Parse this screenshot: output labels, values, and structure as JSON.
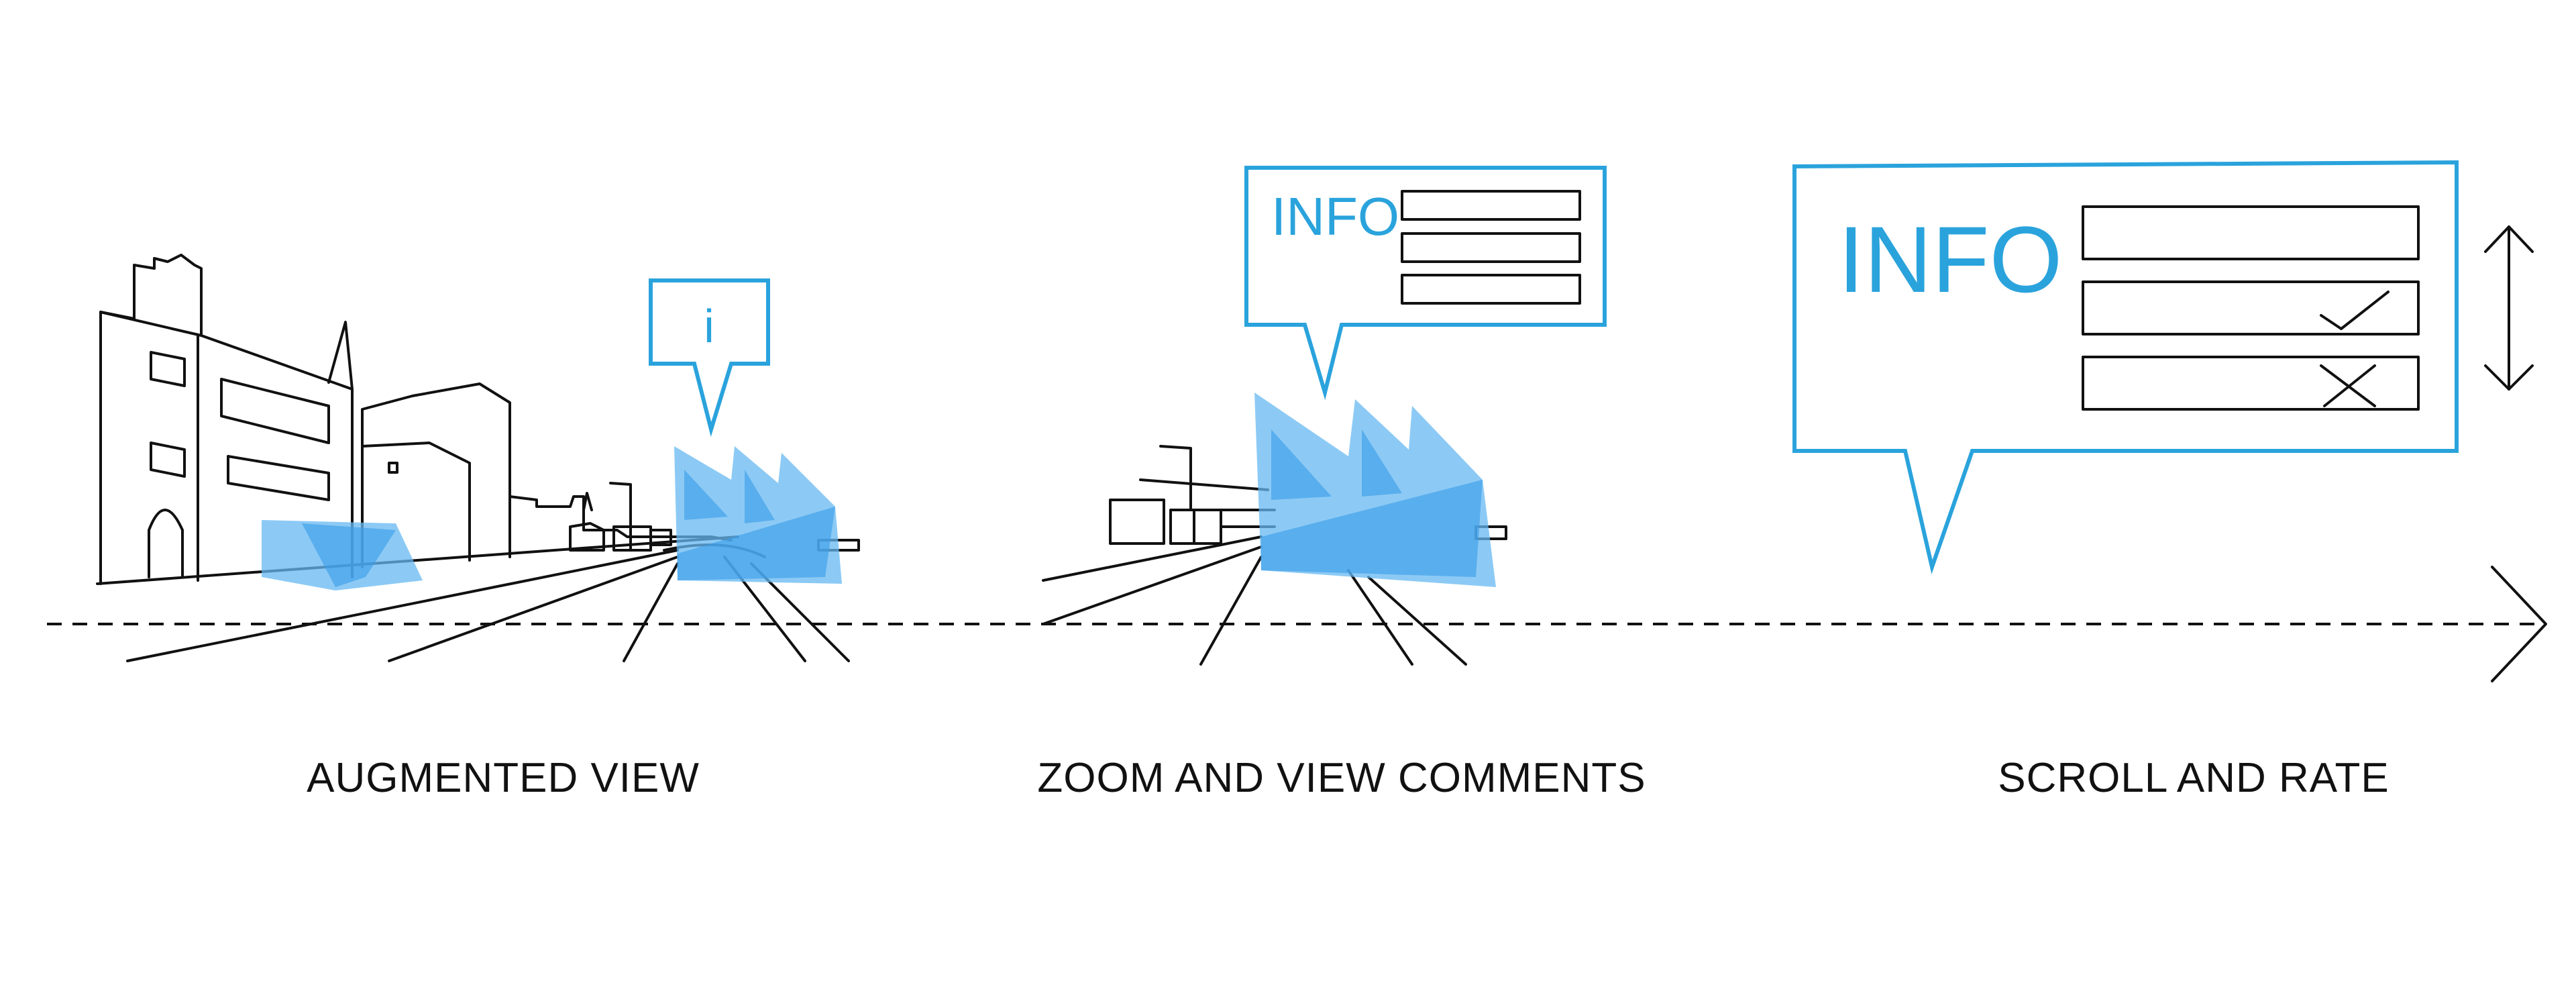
{
  "captions": {
    "step1": "AUGMENTED VIEW",
    "step2": "ZOOM AND VIEW COMMENTS",
    "step3": "SCROLL AND RATE"
  },
  "bubbles": {
    "small_info_glyph": "i",
    "medium_info_label": "INFO",
    "large_info_label": "INFO"
  },
  "icons": [
    "info-bubble-icon",
    "check-icon",
    "cross-icon",
    "vertical-scroll-arrow-icon",
    "timeline-arrow-icon",
    "factory-icon"
  ],
  "colors": {
    "accent_blue": "#2aa3dc",
    "fill_blue": "#66b8f2",
    "line": "#111111",
    "background": "#ffffff"
  }
}
